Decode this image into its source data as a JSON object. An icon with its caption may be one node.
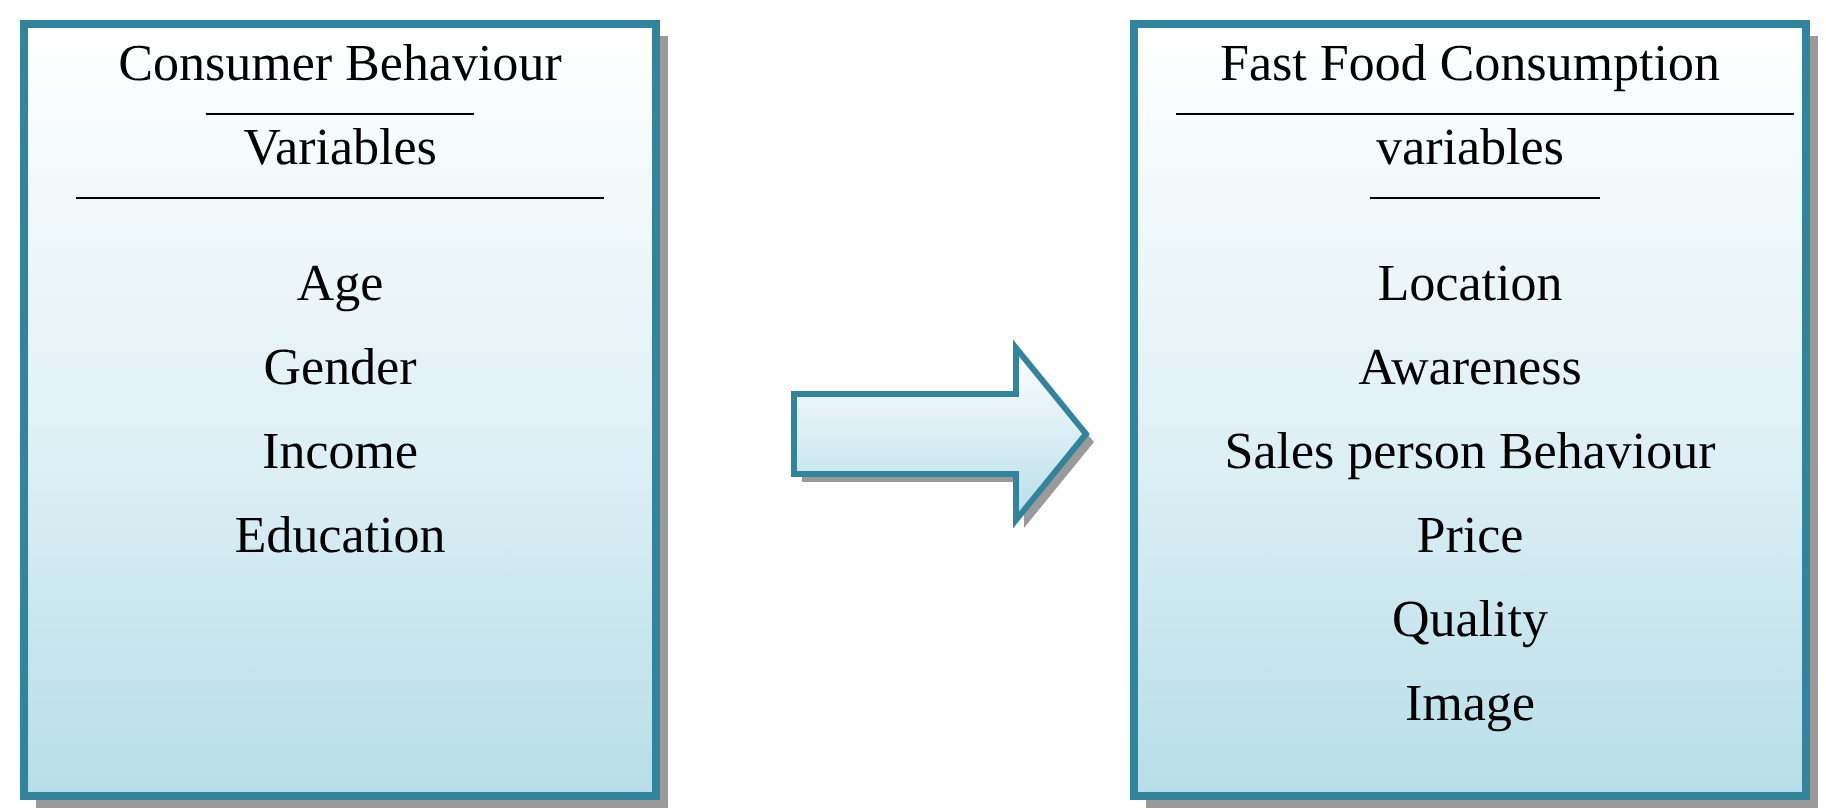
{
  "diagram": {
    "nodes": [
      {
        "text": [
          "Consumer Behaviour Variables",
          "Age",
          "Gender",
          "Income",
          "Education"
        ]
      },
      {
        "text": [
          "Fast Food Consumption variables",
          "Location",
          "Awareness",
          "Sales person Behaviour",
          "Price",
          "Quality",
          "Image"
        ]
      }
    ],
    "edges": [
      {
        "from": 0,
        "to": 1,
        "arrow": "to"
      }
    ]
  }
}
